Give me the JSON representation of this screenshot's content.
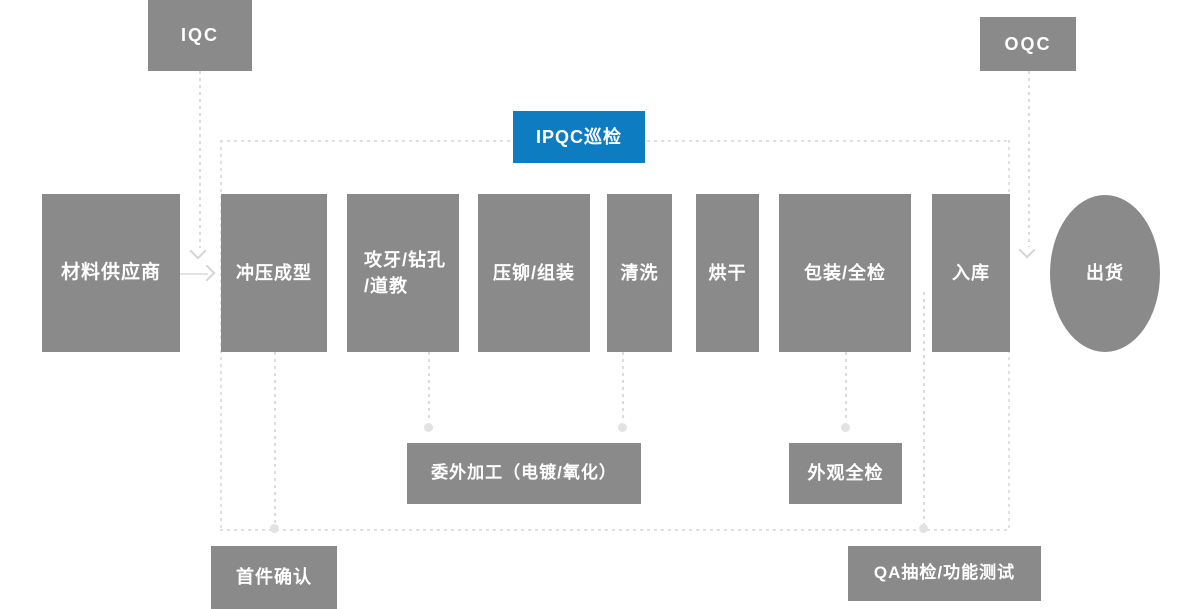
{
  "diagram": {
    "type": "manufacturing-process-flowchart",
    "colors": {
      "node_fill": "#8a8a8a",
      "accent_fill": "#0d7cc1",
      "connector_line": "#dcdcdc",
      "boundary_line": "#e0e0e0",
      "node_text": "#ffffff"
    },
    "nodes": {
      "iqc": {
        "label": "IQC"
      },
      "oqc": {
        "label": "OQC"
      },
      "ipqc_patrol": {
        "label": "IPQC巡检"
      },
      "material_supplier": {
        "label": "材料供应商"
      },
      "stamping": {
        "label": "冲压成型"
      },
      "tapping_drilling": {
        "label_line1": "攻牙/钻孔",
        "label_line2": "/道教"
      },
      "riveting_assembly": {
        "label": "压铆/组装"
      },
      "cleaning": {
        "label": "清洗"
      },
      "drying": {
        "label": "烘干"
      },
      "packing_full_inspection": {
        "label": "包装/全检"
      },
      "warehousing": {
        "label": "入库"
      },
      "shipping": {
        "label": "出货"
      },
      "outsourcing": {
        "label": "委外加工（电镀/氧化）"
      },
      "appearance_inspection": {
        "label": "外观全检"
      },
      "first_article_confirmation": {
        "label": "首件确认"
      },
      "qa_sampling_function_test": {
        "label": "QA抽检/功能测试"
      }
    }
  }
}
